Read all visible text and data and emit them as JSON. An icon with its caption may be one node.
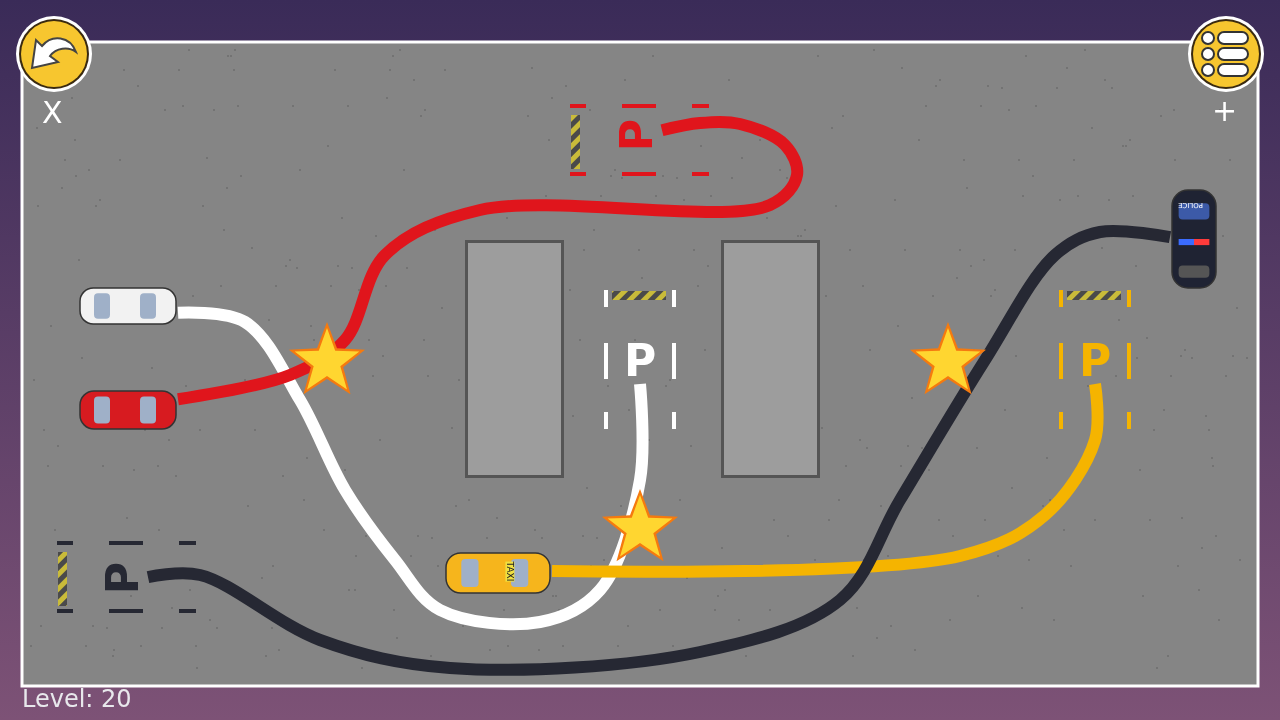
{
  "diagram": {
    "nodes": [
      {
        "text": [
          "P"
        ]
      },
      {
        "text": [],
        "shape": "picture"
      },
      {
        "text": [],
        "shape": "box"
      },
      {
        "text": [],
        "shape": "box"
      },
      {
        "text": [],
        "shape": "picture"
      },
      {
        "text": [
          "P"
        ]
      },
      {
        "text": [
          "P"
        ]
      },
      {
        "text": [],
        "shape": "picture"
      },
      {
        "text": [],
        "shape": "picture"
      },
      {
        "text": [
          "P"
        ]
      }
    ],
    "edges": [
      {
        "from": 4,
        "to": 5,
        "arrow": "none",
        "color": "#ffffff"
      },
      {
        "from": 7,
        "to": 0,
        "arrow": "none",
        "color": "#e0151c"
      },
      {
        "from": 8,
        "to": 6,
        "arrow": "none",
        "color": "#f5b400"
      },
      {
        "from": 1,
        "to": 9,
        "arrow": "none",
        "color": "#262833"
      }
    ],
    "labels": [
      "X",
      "+",
      "POLICE",
      "TAXI",
      "Level: 20"
    ]
  }
}
